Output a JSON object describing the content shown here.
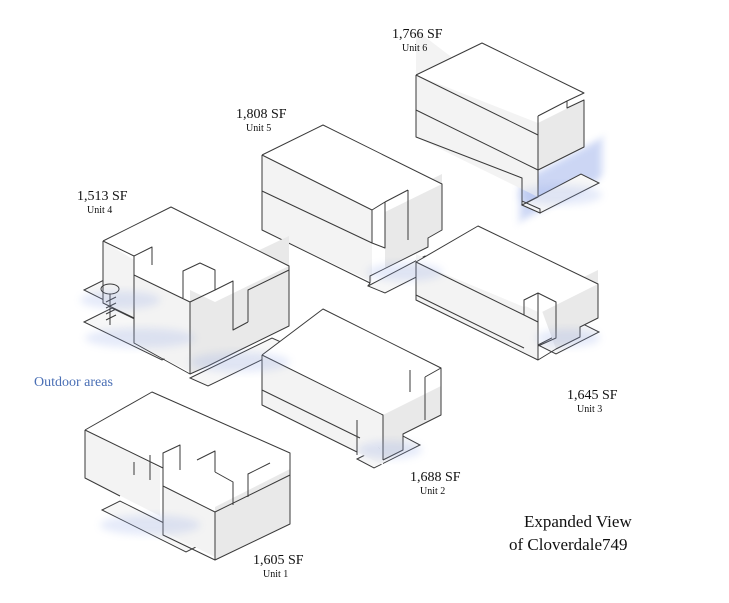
{
  "units": [
    {
      "area": "1,766 SF",
      "name": "Unit 6"
    },
    {
      "area": "1,808 SF",
      "name": "Unit 5"
    },
    {
      "area": "1,513 SF",
      "name": "Unit 4"
    },
    {
      "area": "1,645 SF",
      "name": "Unit 3"
    },
    {
      "area": "1,688 SF",
      "name": "Unit 2"
    },
    {
      "area": "1,605 SF",
      "name": "Unit 1"
    }
  ],
  "outdoor_label": "Outdoor areas",
  "caption": {
    "line1": "Expanded View",
    "line2": "of Cloverdale749"
  },
  "colors": {
    "outdoor_label": "#4a6fb5",
    "outdoor_glow": "#8fa6e8",
    "line": "#3a3a3a"
  }
}
